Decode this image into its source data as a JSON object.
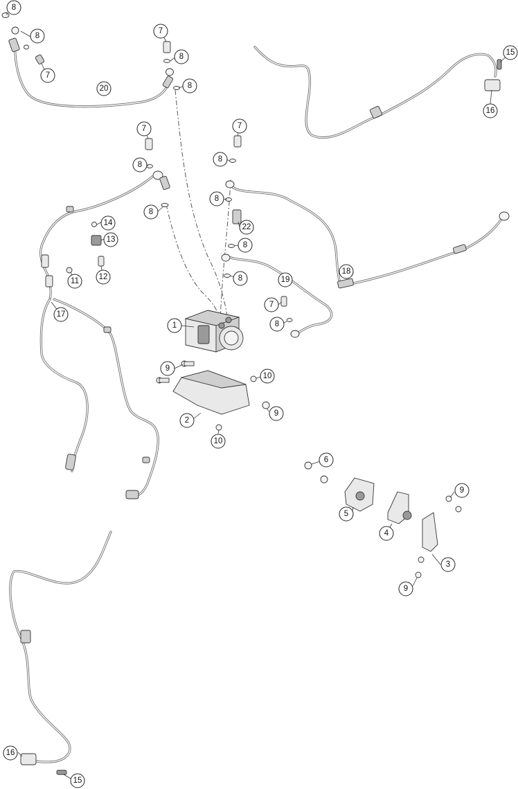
{
  "diagram": {
    "callouts": [
      {
        "label": "8"
      },
      {
        "label": "8"
      },
      {
        "label": "7"
      },
      {
        "label": "20"
      },
      {
        "label": "7"
      },
      {
        "label": "8"
      },
      {
        "label": "8"
      },
      {
        "label": "15"
      },
      {
        "label": "16"
      },
      {
        "label": "7"
      },
      {
        "label": "8"
      },
      {
        "label": "8"
      },
      {
        "label": "7"
      },
      {
        "label": "8"
      },
      {
        "label": "8"
      },
      {
        "label": "14"
      },
      {
        "label": "13"
      },
      {
        "label": "12"
      },
      {
        "label": "11"
      },
      {
        "label": "22"
      },
      {
        "label": "8"
      },
      {
        "label": "8"
      },
      {
        "label": "19"
      },
      {
        "label": "18"
      },
      {
        "label": "17"
      },
      {
        "label": "7"
      },
      {
        "label": "8"
      },
      {
        "label": "1"
      },
      {
        "label": "9"
      },
      {
        "label": "10"
      },
      {
        "label": "9"
      },
      {
        "label": "2"
      },
      {
        "label": "10"
      },
      {
        "label": "6"
      },
      {
        "label": "5"
      },
      {
        "label": "4"
      },
      {
        "label": "9"
      },
      {
        "label": "3"
      },
      {
        "label": "9"
      },
      {
        "label": "16"
      },
      {
        "label": "15"
      }
    ]
  }
}
